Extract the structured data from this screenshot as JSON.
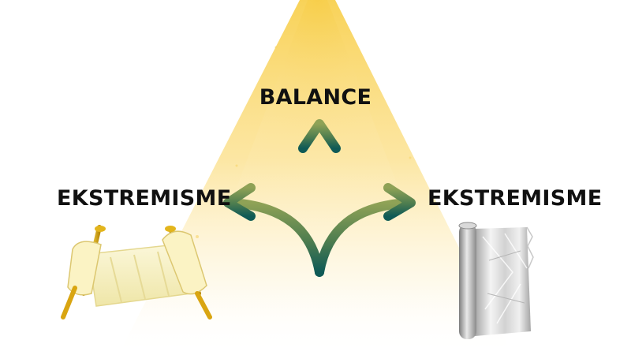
{
  "labels": {
    "center": "BALANCE",
    "left": "EKSTREMISME",
    "right": "EKSTREMISME"
  },
  "icons": {
    "left": "torah-scroll-icon",
    "right": "foil-roll-icon",
    "center": "three-way-arrow-icon"
  },
  "colors": {
    "light_beam": "#f8d25a",
    "arrow_top": "#8fa256",
    "arrow_bottom": "#0f5a56",
    "scroll_gold": "#e3b51c",
    "scroll_parchment": "#f6f0c2",
    "foil_silver": "#c9c9c9"
  }
}
